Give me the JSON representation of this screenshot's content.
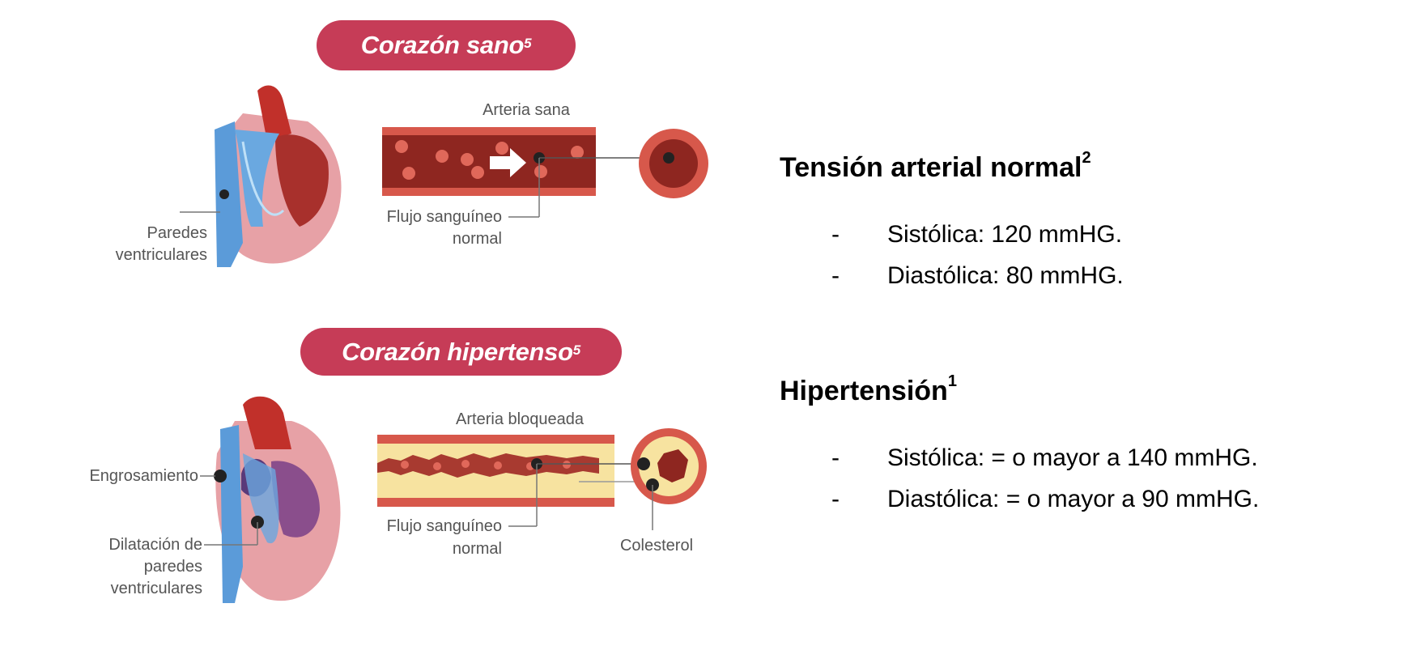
{
  "healthy": {
    "title": "Corazón sano",
    "title_sup": "5",
    "artery_label": "Arteria sana",
    "flow_label_1": "Flujo sanguíneo",
    "flow_label_2": "normal",
    "wall_label_1": "Paredes",
    "wall_label_2": "ventriculares"
  },
  "hypertensive": {
    "title": "Corazón hipertenso",
    "title_sup": "5",
    "artery_label": "Arteria bloqueada",
    "thickening_label": "Engrosamiento",
    "dilation_label_1": "Dilatación de",
    "dilation_label_2": "paredes",
    "dilation_label_3": "ventriculares",
    "flow_label_1": "Flujo sanguíneo",
    "flow_label_2": "normal",
    "cholesterol_label": "Colesterol"
  },
  "normal_pressure": {
    "heading": "Tensión arterial normal",
    "heading_sup": "2",
    "bullet": "-",
    "items": [
      "Sistólica: 120 mmHG.",
      "Diastólica: 80 mmHG."
    ]
  },
  "hypertension": {
    "heading": "Hipertensión",
    "heading_sup": "1",
    "bullet": "-",
    "items": [
      "Sistólica: = o mayor a 140 mmHG.",
      "Diastólica: = o mayor a 90 mmHG."
    ]
  },
  "colors": {
    "pill": "#c63c57",
    "artery_dark": "#8e2620",
    "artery_light": "#d7584b",
    "plaque_yellow": "#f7e3a0",
    "vein_blue": "#5b9bd9"
  }
}
